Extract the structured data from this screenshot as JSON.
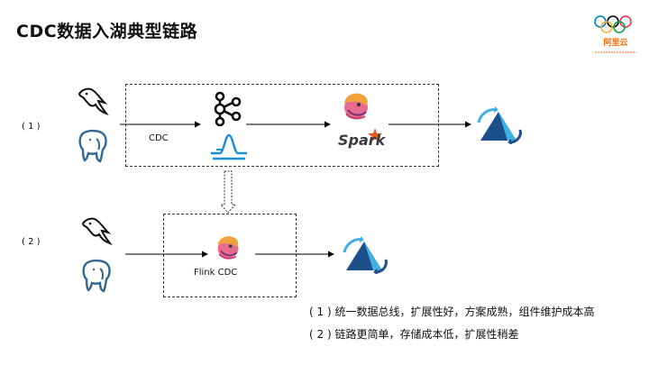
{
  "title": "CDC数据入湖典型链路",
  "logo": {
    "text": "阿里云"
  },
  "pipeline1": {
    "index_label": "( 1 )",
    "arrow_label": "CDC"
  },
  "pipeline2": {
    "index_label": "( 2 )",
    "engine_label": "Flink CDC"
  },
  "icons": {
    "source_db_1": "mysql-dolphin-icon",
    "source_db_2": "postgresql-elephant-icon",
    "bus_1": "kafka-icon",
    "bus_2": "pulsar-icon",
    "engine_1": "flink-squirrel-icon",
    "engine_2": "spark-icon",
    "lake": "hudi-icon"
  },
  "spark_text": "Spark",
  "notes": [
    "( 1 ) 统一数据总线，扩展性好，方案成熟，组件维护成本高",
    "( 2 ) 链路更简单，存储成本低，扩展性稍差"
  ],
  "colors": {
    "hudi_light": "#3fb0e4",
    "hudi_dark": "#1d4f8a",
    "spark_orange": "#e25a1c",
    "logo_orange": "#ff6a00"
  }
}
